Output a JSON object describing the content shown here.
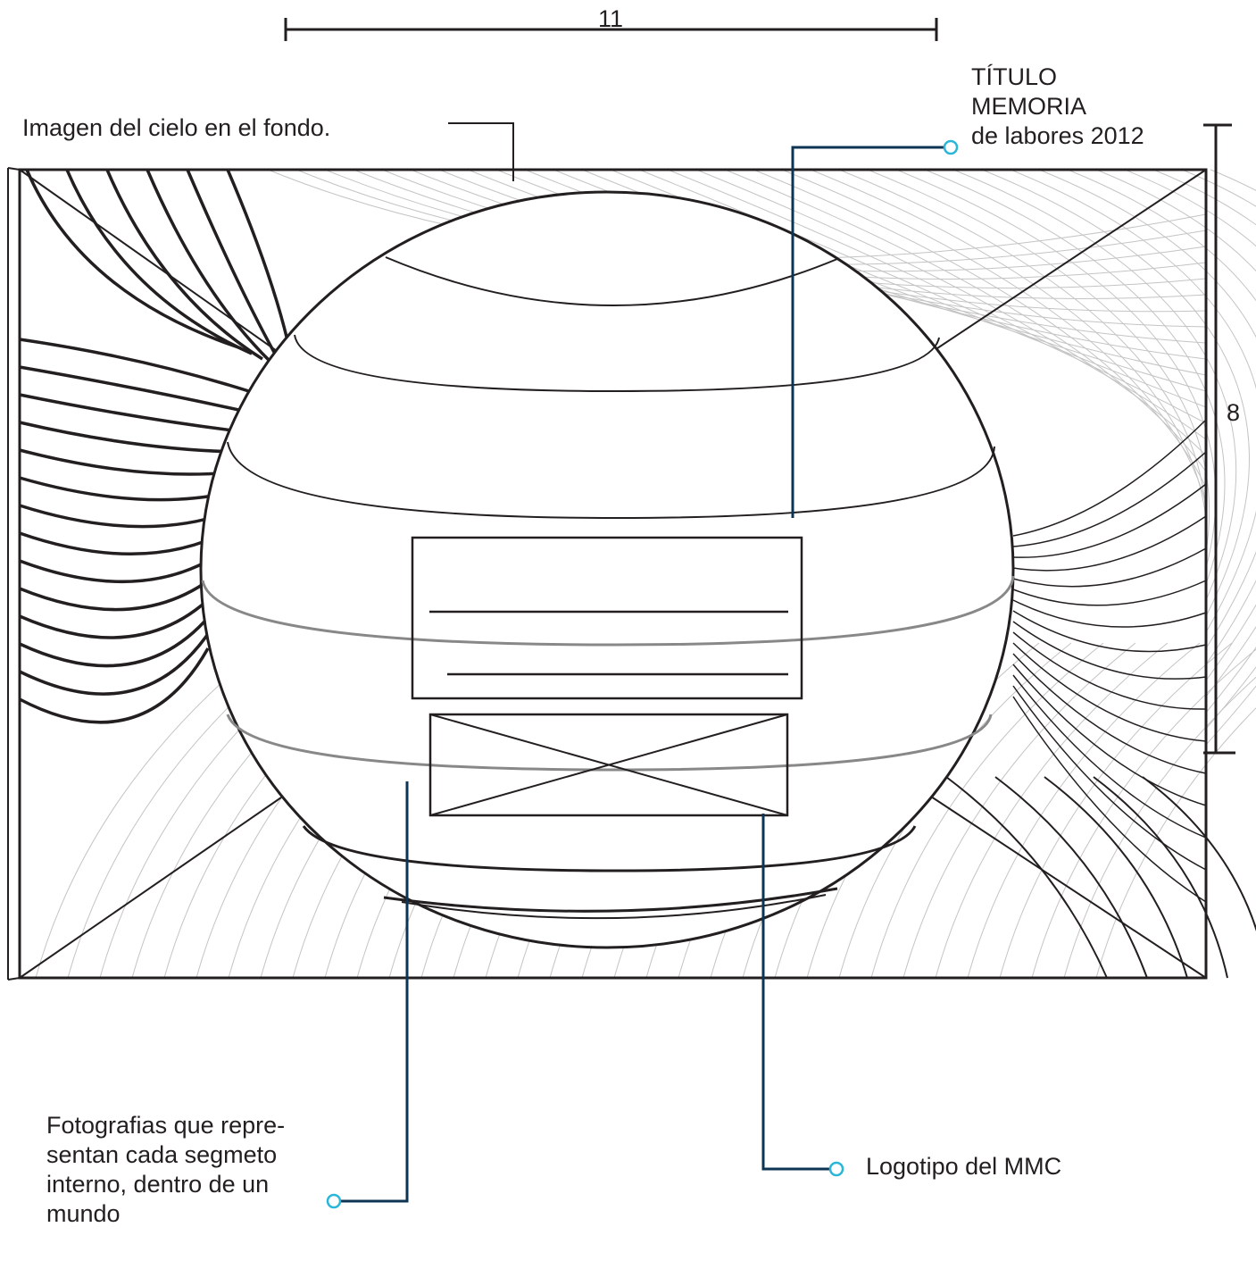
{
  "dimensions": {
    "width_label": "11",
    "height_label": "8"
  },
  "labels": {
    "sky": "Imagen del cielo en el fondo.",
    "title": "TÍTULO\nMEMORIA\nde labores 2012",
    "photos": "Fotografias que repre-\nsentan cada segmeto\ninterno, dentro de un\nmundo",
    "logo": "Logotipo del MMC"
  },
  "colors": {
    "ink": "#231f20",
    "leader": "#0e3453",
    "marker": "#29b6d8",
    "band": "#888888",
    "swirl": "#c4c4c4"
  }
}
